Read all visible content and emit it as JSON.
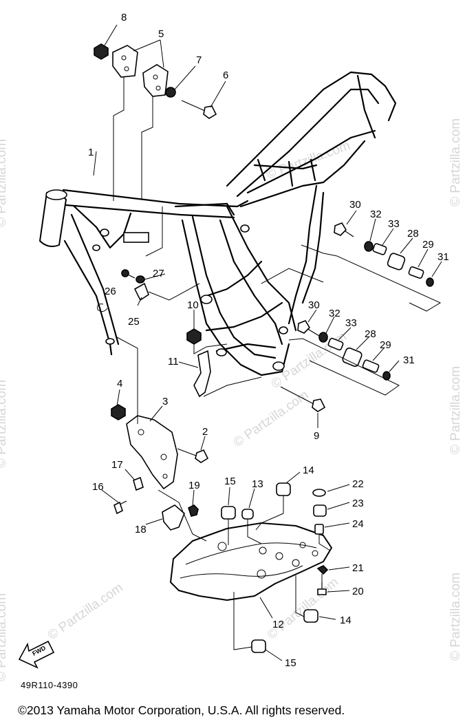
{
  "watermark": "© Partzilla.com",
  "diagram_code": "49R110-4390",
  "copyright": "©2013 Yamaha Motor Corporation, U.S.A. All rights reserved.",
  "fwd_label": "FWD",
  "callouts": [
    {
      "id": "c8",
      "label": "8"
    },
    {
      "id": "c5",
      "label": "5"
    },
    {
      "id": "c7",
      "label": "7"
    },
    {
      "id": "c6",
      "label": "6"
    },
    {
      "id": "c1",
      "label": "1"
    },
    {
      "id": "c30a",
      "label": "30"
    },
    {
      "id": "c32a",
      "label": "32"
    },
    {
      "id": "c33a",
      "label": "33"
    },
    {
      "id": "c28a",
      "label": "28"
    },
    {
      "id": "c29a",
      "label": "29"
    },
    {
      "id": "c31a",
      "label": "31"
    },
    {
      "id": "c27",
      "label": "27"
    },
    {
      "id": "c26",
      "label": "26"
    },
    {
      "id": "c25",
      "label": "25"
    },
    {
      "id": "c10",
      "label": "10"
    },
    {
      "id": "c30b",
      "label": "30"
    },
    {
      "id": "c32b",
      "label": "32"
    },
    {
      "id": "c33b",
      "label": "33"
    },
    {
      "id": "c28b",
      "label": "28"
    },
    {
      "id": "c29b",
      "label": "29"
    },
    {
      "id": "c31b",
      "label": "31"
    },
    {
      "id": "c11",
      "label": "11"
    },
    {
      "id": "c4",
      "label": "4"
    },
    {
      "id": "c3",
      "label": "3"
    },
    {
      "id": "c9",
      "label": "9"
    },
    {
      "id": "c2",
      "label": "2"
    },
    {
      "id": "c17",
      "label": "17"
    },
    {
      "id": "c16",
      "label": "16"
    },
    {
      "id": "c19",
      "label": "19"
    },
    {
      "id": "c18",
      "label": "18"
    },
    {
      "id": "c15a",
      "label": "15"
    },
    {
      "id": "c13",
      "label": "13"
    },
    {
      "id": "c14a",
      "label": "14"
    },
    {
      "id": "c22",
      "label": "22"
    },
    {
      "id": "c23",
      "label": "23"
    },
    {
      "id": "c24",
      "label": "24"
    },
    {
      "id": "c21",
      "label": "21"
    },
    {
      "id": "c20",
      "label": "20"
    },
    {
      "id": "c12",
      "label": "12"
    },
    {
      "id": "c14b",
      "label": "14"
    },
    {
      "id": "c15b",
      "label": "15"
    }
  ]
}
